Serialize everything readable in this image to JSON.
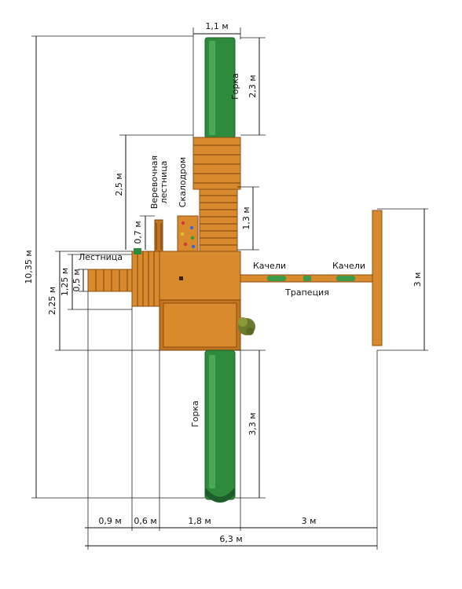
{
  "labels": {
    "slide_top": "Горка",
    "slide_bottom": "Горка",
    "rope_ladder_line1": "Веревочная",
    "rope_ladder_line2": "лестница",
    "climbing_wall": "Скалодром",
    "ladder": "Лестница",
    "swing_left": "Качели",
    "swing_right": "Качели",
    "trapeze": "Трапеция"
  },
  "dimensions": {
    "slide_top_width": "1,1 м",
    "slide_top_length": "2,3 м",
    "total_height": "10,35 м",
    "rope_ladder_offset": "2,5 м",
    "rope_ladder_width": "0,7 м",
    "climbing_wall_height": "1,3 м",
    "swing_beam_length": "3 м",
    "ladder_outer": "2,25 м",
    "ladder_inner": "1,25 м",
    "ladder_step": "0,5 м",
    "slide_bottom_length": "3,3 м",
    "bottom_ladder": "0,9 м",
    "bottom_gap": "0,6 м",
    "bottom_platform": "1,8 м",
    "bottom_swing": "3 м",
    "total_width": "6,3 м"
  },
  "colors": {
    "wood": "#d98a2c",
    "slide": "#2e8b3e",
    "swing_seat": "#3f9a4a"
  }
}
